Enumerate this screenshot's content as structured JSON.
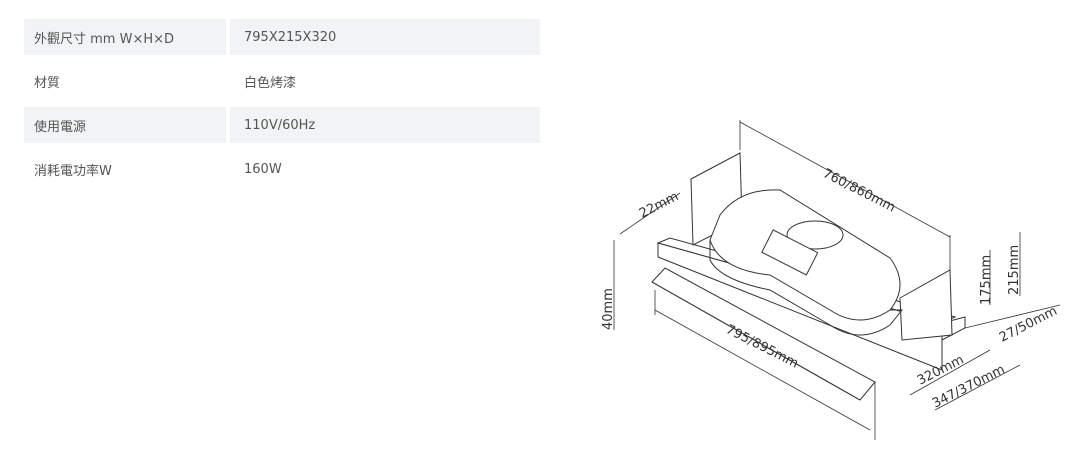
{
  "specs": [
    {
      "label": "外觀尺寸 mm W×H×D",
      "value": "795X215X320"
    },
    {
      "label": "材質",
      "value": "白色烤漆"
    },
    {
      "label": "使用電源",
      "value": "110V/60Hz"
    },
    {
      "label": "消耗電功率W",
      "value": "160W"
    }
  ],
  "drawing": {
    "depth_top": "760/860mm",
    "lip": "22mm",
    "front_height": "40mm",
    "width": "795/895mm",
    "body_height": "175mm",
    "total_height": "215mm",
    "offset": "27/50mm",
    "depth": "320mm",
    "depth_total": "347/370mm"
  }
}
